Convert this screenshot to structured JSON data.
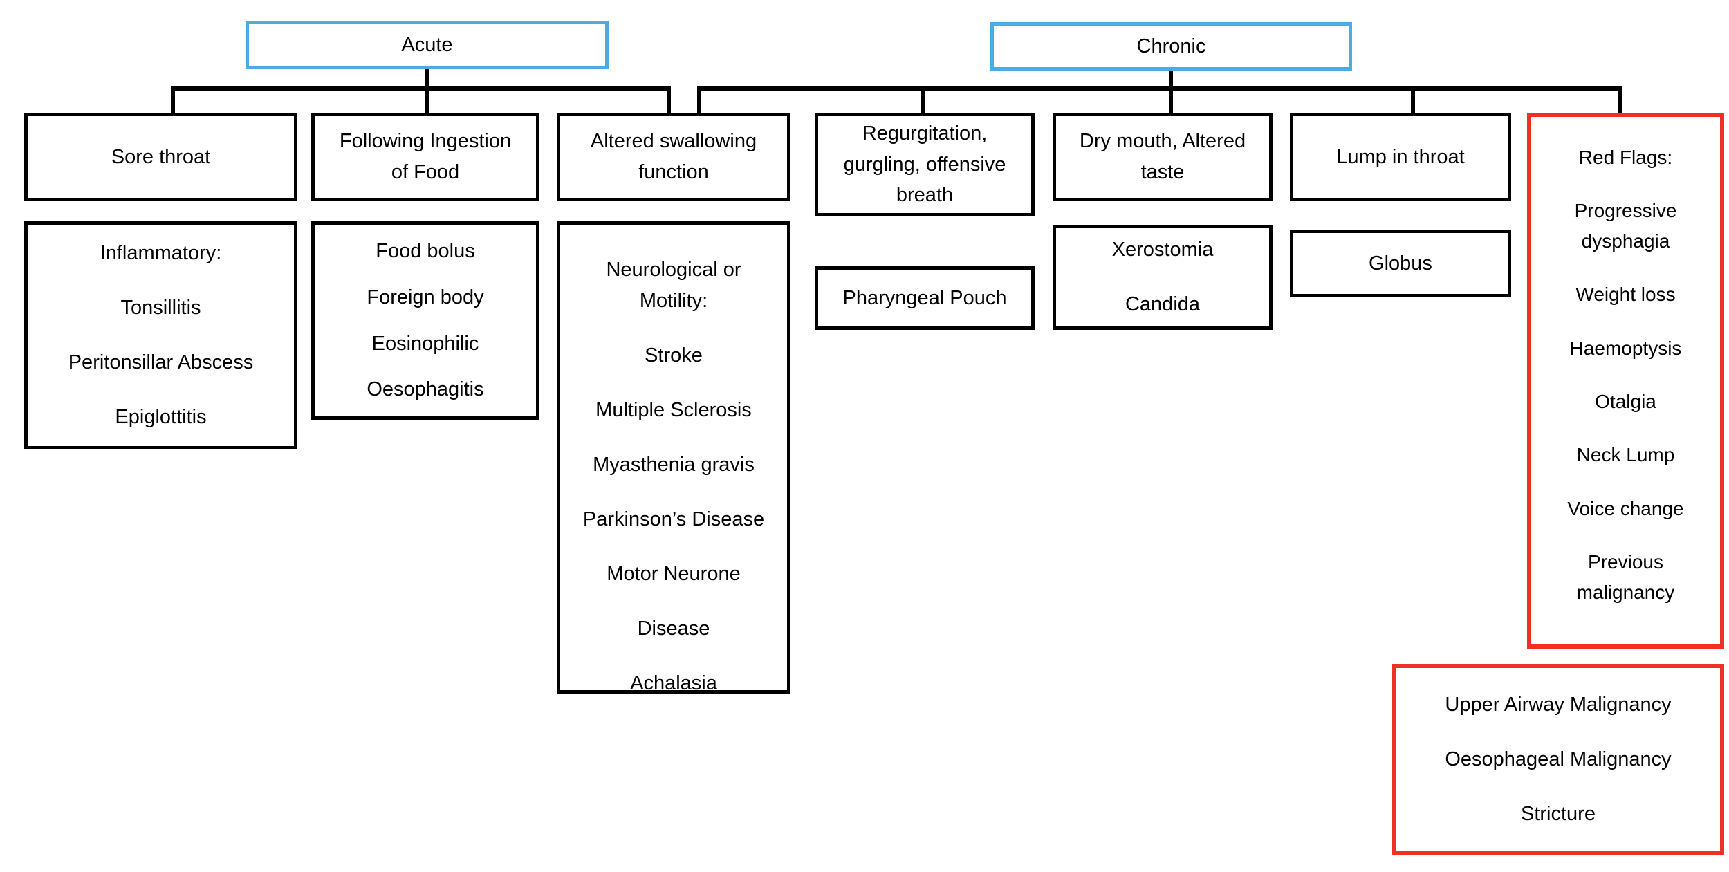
{
  "diagram": {
    "title": "Dysphagia causes flowchart",
    "colors": {
      "root_border": "#4BACE3",
      "node_border": "#000000",
      "alert_border": "#EE3124",
      "connector": "#000000",
      "text": "#000000",
      "background": "#ffffff"
    },
    "roots": [
      {
        "id": "acute",
        "label": "Acute"
      },
      {
        "id": "chronic",
        "label": "Chronic"
      }
    ],
    "columns": [
      {
        "id": "sore-throat",
        "parent": "Acute",
        "header": [
          "Sore throat"
        ],
        "detail_title": "Inflammatory:",
        "detail_items": [
          "Tonsillitis",
          "Peritonsillar Abscess",
          "Epiglottitis"
        ]
      },
      {
        "id": "following-ingestion-of-food",
        "parent": "Acute",
        "header": [
          "Following Ingestion",
          "of Food"
        ],
        "detail_title": "",
        "detail_items": [
          "Food bolus",
          "Foreign body",
          "Eosinophilic",
          "Oesophagitis"
        ]
      },
      {
        "id": "altered-swallowing-function",
        "parent": "Acute",
        "header": [
          "Altered swallowing",
          "function"
        ],
        "detail_title_lines": [
          "Neurological or",
          "Motility:"
        ],
        "detail_items": [
          "Stroke",
          "Multiple Sclerosis",
          "Myasthenia gravis",
          "Parkinson’s Disease",
          "Motor Neurone",
          "Disease",
          "Achalasia"
        ]
      },
      {
        "id": "regurgitation",
        "parent": "Chronic",
        "header": [
          "Regurgitation,",
          "gurgling, offensive",
          "breath"
        ],
        "detail_items": [
          "Pharyngeal Pouch"
        ]
      },
      {
        "id": "dry-mouth-altered-taste",
        "parent": "Chronic",
        "header": [
          "Dry mouth, Altered",
          "taste"
        ],
        "detail_items": [
          "Xerostomia",
          "Candida"
        ]
      },
      {
        "id": "lump-in-throat",
        "parent": "Chronic",
        "header": [
          "Lump in throat"
        ],
        "detail_items": [
          "Globus"
        ]
      }
    ],
    "red_flags": {
      "parent": "Chronic",
      "title": "Red Flags:",
      "items": [
        "Progressive",
        "dysphagia",
        "Weight loss",
        "Haemoptysis",
        "Otalgia",
        "Neck Lump",
        "Voice change",
        "Previous",
        "malignancy"
      ]
    },
    "malignancy_box": {
      "items": [
        "Upper Airway Malignancy",
        "Oesophageal Malignancy",
        "Stricture"
      ]
    }
  }
}
